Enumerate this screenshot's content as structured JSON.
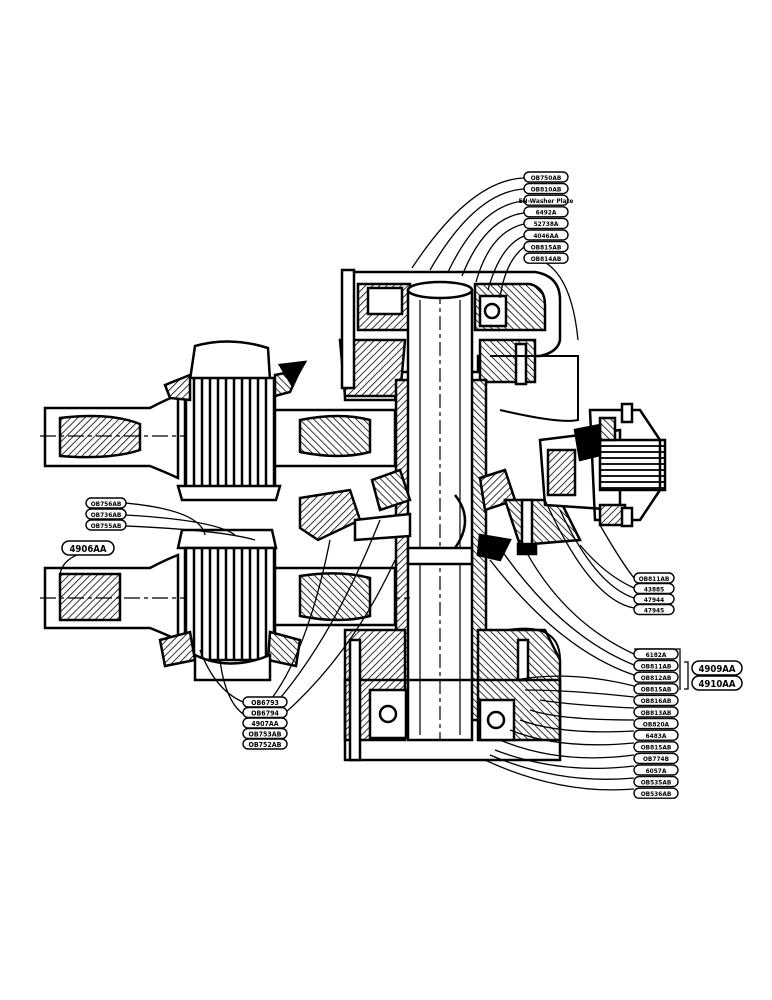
{
  "labels_top": [
    "OB750AB",
    "OB810AB",
    "EN-Washer Plate",
    "6492A",
    "52738A",
    "4046AA",
    "OB815AB",
    "OB814AB"
  ],
  "labels_left": [
    "OB756AB",
    "OB736AB",
    "OB755AB"
  ],
  "label_4906": "4906AA",
  "labels_bottom_left": [
    "OB6793",
    "OB6794",
    "4907AA",
    "OB753AB",
    "OB752AB"
  ],
  "labels_right_upper": [
    "OB811AB",
    "43885",
    "47944",
    "47945"
  ],
  "labels_right_lower": [
    "6182A",
    "OB811AB",
    "OB812AB",
    "OB815AB",
    "OB816AB",
    "OB813AB",
    "OB820A",
    "6483A",
    "OB815AB",
    "OB774B",
    "6057A",
    "OB535AB",
    "OB536AB"
  ],
  "label_4909": "4909AA",
  "label_4910": "4910AA"
}
